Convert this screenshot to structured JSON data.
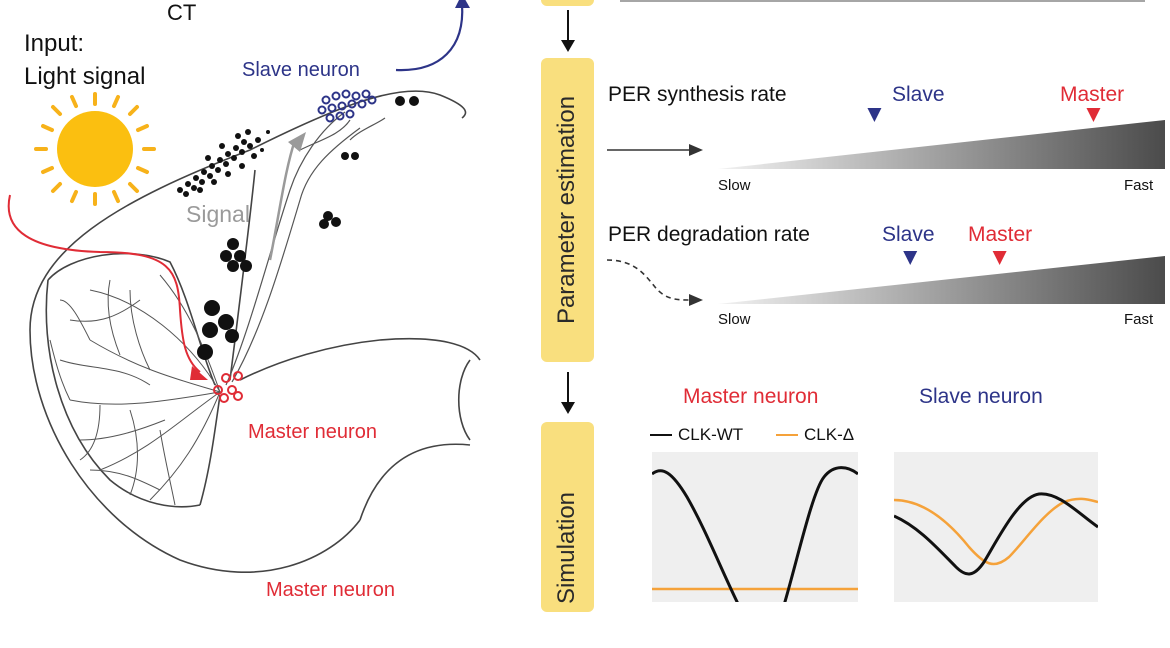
{
  "left": {
    "ct": "CT",
    "input_line1": "Input:",
    "input_line2": "Light signal",
    "slave_neuron": "Slave neuron",
    "signal": "Signal",
    "master_neuron_1": "Master neuron",
    "master_neuron_2": "Master neuron"
  },
  "stages": {
    "parameter_estimation": "Parameter estimation",
    "simulation": "Simulation"
  },
  "synthesis": {
    "title": "PER synthesis rate",
    "slave": "Slave",
    "master": "Master",
    "slow": "Slow",
    "fast": "Fast",
    "slave_level": 0.35,
    "master_level": 0.84
  },
  "degradation": {
    "title": "PER degradation rate",
    "slave": "Slave",
    "master": "Master",
    "slow": "Slow",
    "fast": "Fast",
    "slave_level": 0.43,
    "master_level": 0.63
  },
  "simulation": {
    "master_title": "Master neuron",
    "slave_title": "Slave neuron",
    "legend_wt": "CLK-WT",
    "legend_delta": "CLK-Δ"
  },
  "colors": {
    "master_red": "#e02c36",
    "slave_blue": "#2d3488",
    "stage_yellow": "#f9df7e",
    "wt_black": "#111111",
    "delta_orange": "#f5a23a"
  }
}
